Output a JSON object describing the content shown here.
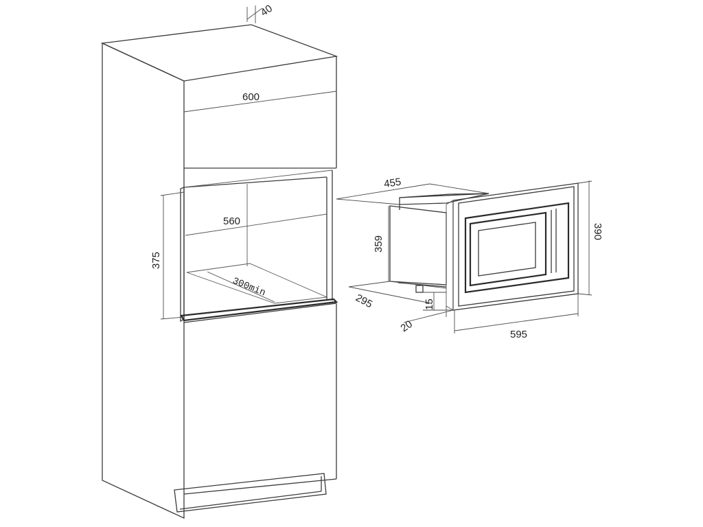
{
  "diagram": {
    "cabinet": {
      "depth_top": "40",
      "width_outer": "600",
      "width_inner": "560",
      "opening_height": "375",
      "opening_depth_min": "300min"
    },
    "appliance": {
      "depth": "455",
      "height_body": "359",
      "height_frame": "390",
      "depth_lower": "295",
      "offset_front": "20",
      "offset_bottom": "15",
      "width_frame": "595"
    }
  }
}
